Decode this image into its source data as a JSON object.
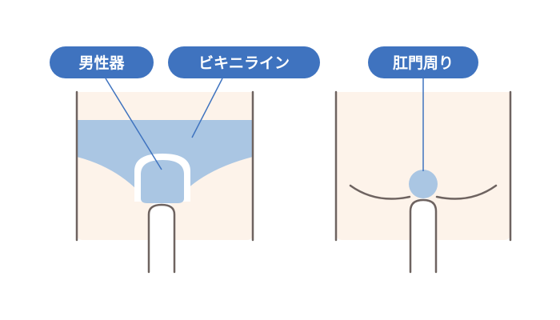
{
  "labels": {
    "genitals": "男性器",
    "bikini_line": "ビキニライン",
    "anal_area": "肛門周り"
  },
  "colors": {
    "skin": "#fdf3ea",
    "outline": "#6e6360",
    "highlight": "#aac6e3",
    "label_bg": "#3f73bf",
    "label_text": "#ffffff",
    "leader_line": "#3f73bf"
  }
}
